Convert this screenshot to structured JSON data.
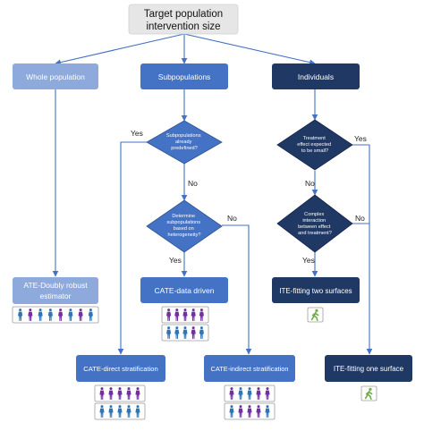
{
  "title": {
    "line1": "Target population",
    "line2": "intervention size"
  },
  "levels": {
    "whole": "Whole population",
    "sub": "Subpopulations",
    "ind": "Individuals"
  },
  "decisions": {
    "predefined": [
      "Subpopulations",
      "already",
      "predefined?"
    ],
    "determine": [
      "Determine",
      "subpopulations",
      "based on",
      "heterogeneity?"
    ],
    "small": [
      "Treatment",
      "effect expected",
      "to be small?"
    ],
    "complex": [
      "Complex",
      "interaction",
      "between effect",
      "and treatment?"
    ]
  },
  "edge_labels": {
    "yes": "Yes",
    "no": "No"
  },
  "outcomes": {
    "ate_line1": "ATE-Doubly robust",
    "ate_line2": "estimator",
    "cate_driven": "CATE-data driven",
    "cate_direct": "CATE-direct stratification",
    "cate_indirect": "CATE-indirect stratification",
    "ite_two": "ITE-fitting two surfaces",
    "ite_one": "ITE-fitting one surface"
  },
  "colors": {
    "title_bg": "#e6e6e6",
    "light_blue": "#8ea9db",
    "mid_blue": "#4472c4",
    "dark_navy": "#203864",
    "arrow": "#4472c4",
    "person_blue": "#2e75b6",
    "person_purple": "#7030a0",
    "walker_green": "#70ad47"
  },
  "icons": {
    "people": "person-icon",
    "walker": "walking-person-icon"
  }
}
